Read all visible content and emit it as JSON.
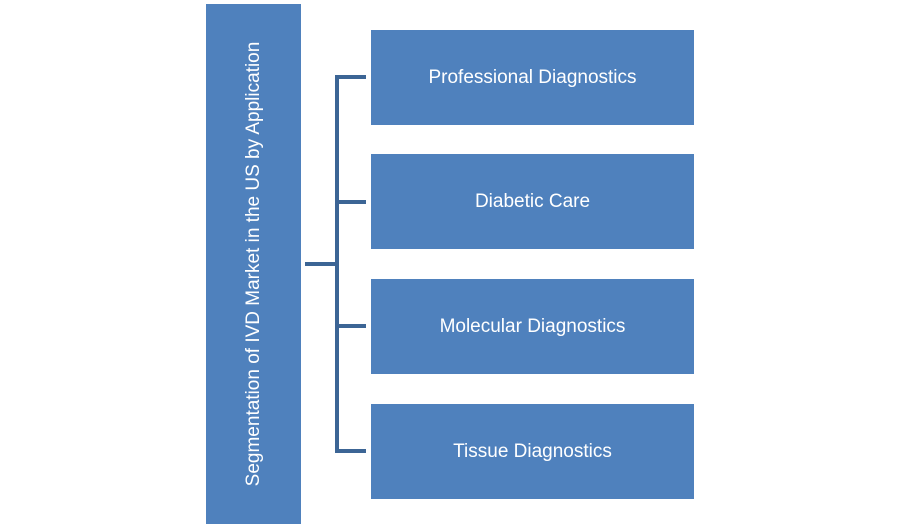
{
  "diagram": {
    "type": "horizontal-tree",
    "root": {
      "label": "Segmentation of IVD Market in the US by Application"
    },
    "children": [
      {
        "label": "Professional Diagnostics"
      },
      {
        "label": "Diabetic Care"
      },
      {
        "label": "Molecular Diagnostics"
      },
      {
        "label": "Tissue Diagnostics"
      }
    ],
    "colors": {
      "box_fill": "#4f81bd",
      "connector": "#3c6595",
      "text": "#ffffff"
    }
  }
}
